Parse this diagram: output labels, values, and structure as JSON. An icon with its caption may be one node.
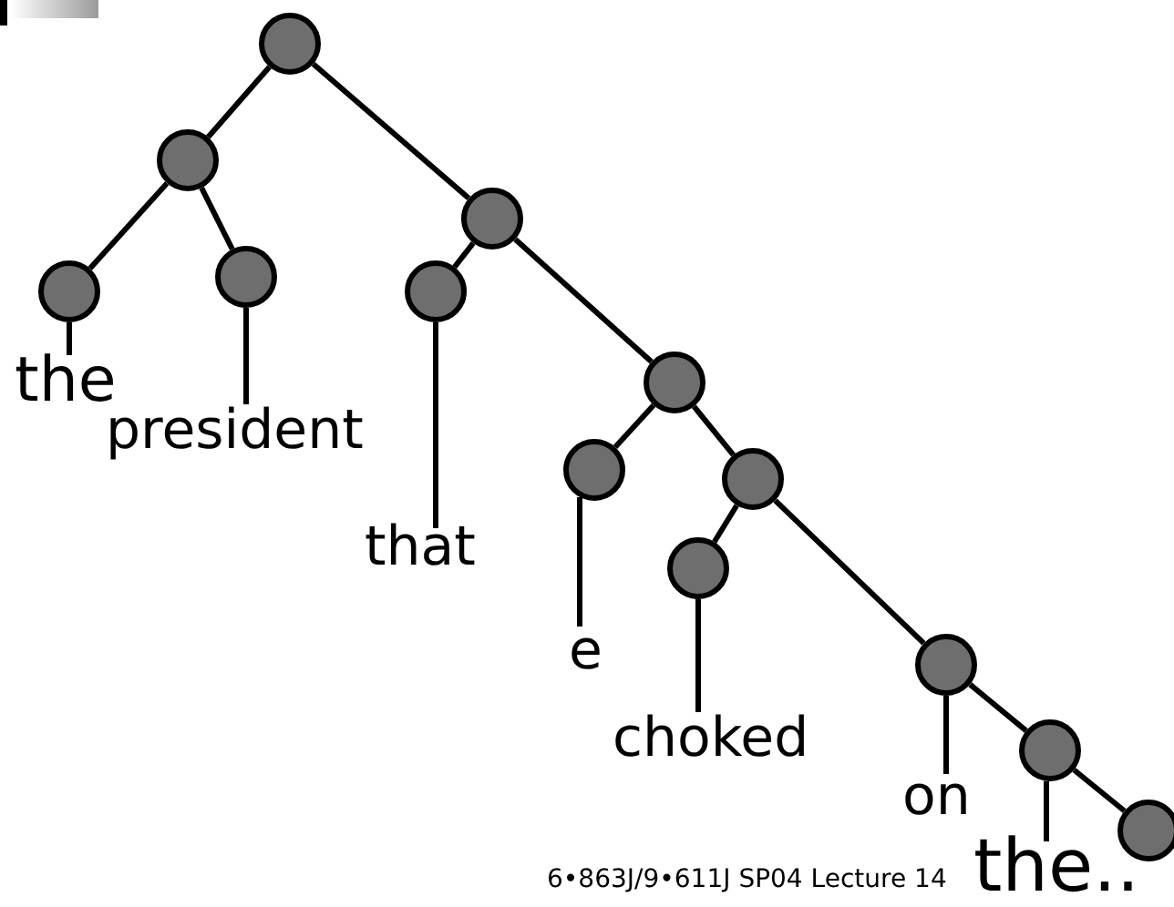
{
  "diagram": {
    "nodes": [
      {
        "text": [],
        "shape": "circle"
      },
      {
        "text": [],
        "shape": "circle"
      },
      {
        "text": [],
        "shape": "circle"
      },
      {
        "text": [],
        "shape": "circle"
      },
      {
        "text": [],
        "shape": "circle"
      },
      {
        "text": [],
        "shape": "circle"
      },
      {
        "text": [],
        "shape": "circle"
      },
      {
        "text": [],
        "shape": "circle"
      },
      {
        "text": [],
        "shape": "circle"
      },
      {
        "text": [],
        "shape": "circle"
      },
      {
        "text": [],
        "shape": "circle"
      },
      {
        "text": [],
        "shape": "circle"
      },
      {
        "text": [],
        "shape": "circle"
      },
      {
        "text": [
          "the"
        ]
      },
      {
        "text": [
          "president"
        ]
      },
      {
        "text": [
          "that"
        ]
      },
      {
        "text": [
          "e"
        ]
      },
      {
        "text": [
          "choked"
        ]
      },
      {
        "text": [
          "on"
        ]
      },
      {
        "text": [
          "the.."
        ]
      }
    ],
    "edges": [
      {
        "from": 0,
        "to": 1,
        "arrow": "none"
      },
      {
        "from": 0,
        "to": 2,
        "arrow": "none"
      },
      {
        "from": 1,
        "to": 3,
        "arrow": "none"
      },
      {
        "from": 1,
        "to": 4,
        "arrow": "none"
      },
      {
        "from": 2,
        "to": 5,
        "arrow": "none"
      },
      {
        "from": 2,
        "to": 6,
        "arrow": "none"
      },
      {
        "from": 6,
        "to": 7,
        "arrow": "none"
      },
      {
        "from": 6,
        "to": 8,
        "arrow": "none"
      },
      {
        "from": 8,
        "to": 9,
        "arrow": "none"
      },
      {
        "from": 8,
        "to": 10,
        "arrow": "none"
      },
      {
        "from": 10,
        "to": 11,
        "arrow": "none"
      },
      {
        "from": 11,
        "to": 12,
        "arrow": "none"
      },
      {
        "from": 3,
        "to": 13,
        "arrow": "none"
      },
      {
        "from": 4,
        "to": 14,
        "arrow": "none"
      },
      {
        "from": 5,
        "to": 15,
        "arrow": "none"
      },
      {
        "from": 7,
        "to": 16,
        "arrow": "none"
      },
      {
        "from": 9,
        "to": 17,
        "arrow": "none"
      },
      {
        "from": 10,
        "to": 18,
        "arrow": "none"
      },
      {
        "from": 11,
        "to": 19,
        "arrow": "none"
      }
    ],
    "labels": [
      "6•863J/9•611J SP04 Lecture 14"
    ]
  }
}
